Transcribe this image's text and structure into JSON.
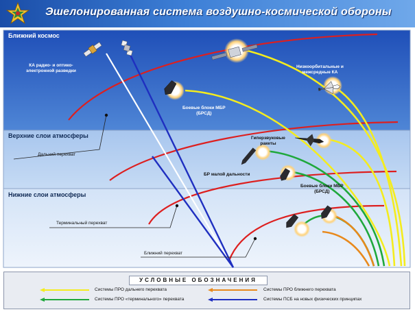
{
  "title": "Эшелонированная система воздушно-космической обороны",
  "zones": {
    "near_space": "Ближний космос",
    "upper_atmosphere": "Верхние слои атмосферы",
    "lower_atmosphere": "Нижние слои атмосферы"
  },
  "labels": {
    "recon_satellites": "КА радио- и оптико-\nэлектронной разведки",
    "low_orbit": "Низкоорбитальные и\nмежсредные КА",
    "icbm_warheads": "Боевые блоки МБР\n(БРСД)",
    "hypersonic": "Гиперзвуковые\nракеты",
    "short_range_bm": "БР малой дальности",
    "icbm_warheads_low": "Боевые блоки МБР\n(БРСД)",
    "long_range_intercept": "Дальний перехват",
    "terminal_intercept": "Терминальный перехват",
    "close_intercept": "Ближний перехват"
  },
  "legend": {
    "title": "УСЛОВНЫЕ ОБОЗНАЧЕНИЯ",
    "items": [
      {
        "label": "Системы ПРО дальнего перехвата",
        "color": "#f4ec1e"
      },
      {
        "label": "Системы ПРО ближнего перехвата",
        "color": "#e8891c"
      },
      {
        "label": "Системы ПРО «терминального» перехвата",
        "color": "#1fa83c"
      },
      {
        "label": "Системы ПСБ на новых физических принципах",
        "color": "#1f2fc0"
      }
    ]
  },
  "colors": {
    "red": "#dd1f1f",
    "yellow": "#f4ec1e",
    "green": "#1fa83c",
    "orange": "#e8891c",
    "blue": "#1f2fc0",
    "white_beam": "#ffffff"
  }
}
